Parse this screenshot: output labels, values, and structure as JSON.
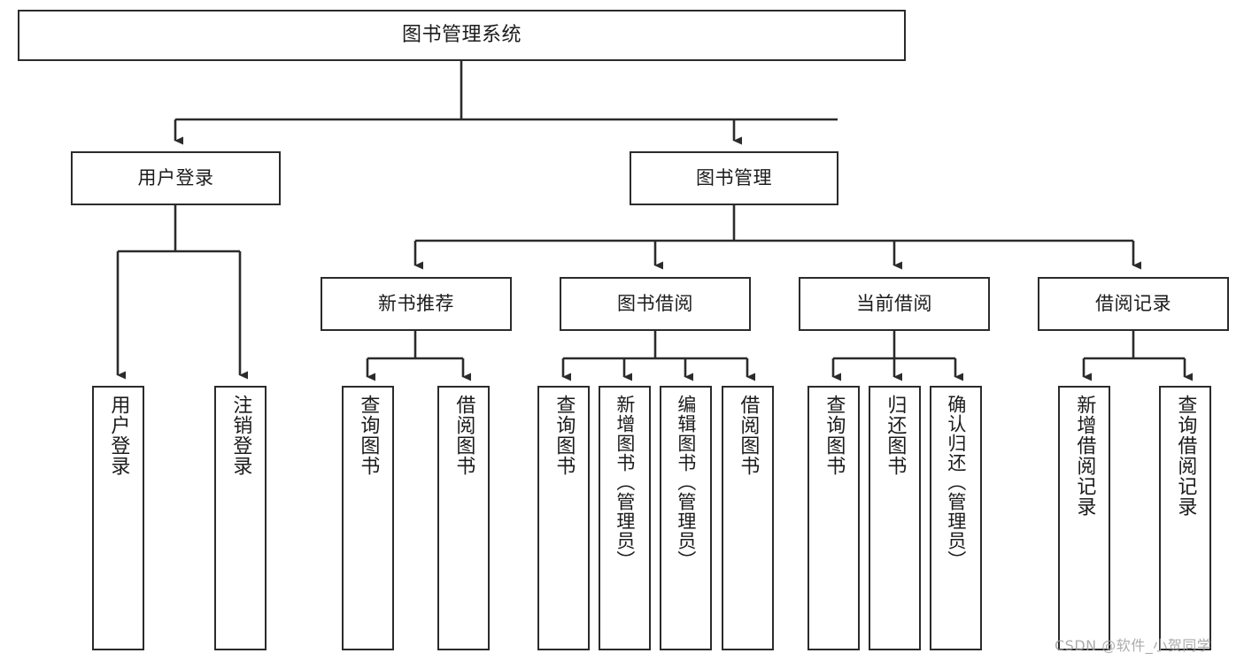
{
  "diagram": {
    "title": "图书管理系统",
    "type": "functional-structure-tree",
    "watermark": "CSDN @软件_小贺同学",
    "colors": {
      "stroke": "#2b2b2b",
      "fill": "#ffffff",
      "text": "#1b1b1b",
      "watermark": "#9e9e9e"
    },
    "nodes": {
      "root": {
        "label": "图书管理系统"
      },
      "level1": [
        {
          "label": "用户登录"
        },
        {
          "label": "图书管理"
        }
      ],
      "level2": [
        {
          "label": "新书推荐"
        },
        {
          "label": "图书借阅"
        },
        {
          "label": "当前借阅"
        },
        {
          "label": "借阅记录"
        }
      ],
      "leaves": {
        "user_login": [
          {
            "label": "用户登录"
          },
          {
            "label": "注销登录"
          }
        ],
        "new_book_recommend": [
          {
            "label": "查询图书"
          },
          {
            "label": "借阅图书"
          }
        ],
        "book_borrow": [
          {
            "label": "查询图书"
          },
          {
            "label": "新增图书（管理员）"
          },
          {
            "label": "编辑图书（管理员）"
          },
          {
            "label": "借阅图书"
          }
        ],
        "current_borrow": [
          {
            "label": "查询图书"
          },
          {
            "label": "归还图书"
          },
          {
            "label": "确认归还（管理员）"
          }
        ],
        "borrow_record": [
          {
            "label": "新增借阅记录"
          },
          {
            "label": "查询借阅记录"
          }
        ]
      }
    }
  }
}
